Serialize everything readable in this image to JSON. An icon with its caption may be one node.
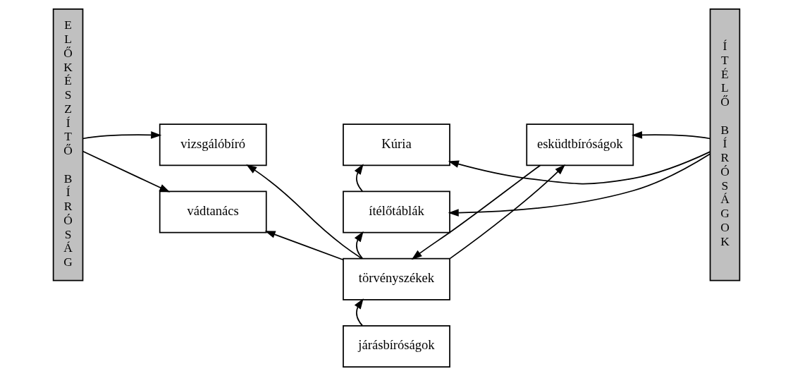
{
  "diagram": {
    "nodes": [
      {
        "text": [
          "ELŐKÉSZÍTŐ BÍRÓSÁG"
        ]
      },
      {
        "text": [
          "Kúria"
        ]
      },
      {
        "text": [
          "ítélőtáblák"
        ]
      },
      {
        "text": [
          "vizsgálóbíró"
        ]
      },
      {
        "text": [
          "törvényszékek"
        ]
      },
      {
        "text": [
          "esküdtbíróságok"
        ]
      },
      {
        "text": [
          "vádtanács"
        ]
      },
      {
        "text": [
          "járásbíróságok"
        ]
      },
      {
        "text": [
          "ÍTÉLŐ BÍRÓSÁGOK"
        ]
      }
    ],
    "edges": [
      {
        "from": 0,
        "to": 3,
        "arrow": "to"
      },
      {
        "from": 0,
        "to": 6,
        "arrow": "to"
      },
      {
        "from": 4,
        "to": 3,
        "arrow": "to"
      },
      {
        "from": 4,
        "to": 6,
        "arrow": "to"
      },
      {
        "from": 4,
        "to": 2,
        "arrow": "to"
      },
      {
        "from": 2,
        "to": 1,
        "arrow": "to"
      },
      {
        "from": 4,
        "to": 5,
        "arrow": "to"
      },
      {
        "from": 5,
        "to": 4,
        "arrow": "to"
      },
      {
        "from": 7,
        "to": 4,
        "arrow": "to"
      },
      {
        "from": 8,
        "to": 1,
        "arrow": "to"
      },
      {
        "from": 8,
        "to": 2,
        "arrow": "to"
      },
      {
        "from": 8,
        "to": 5,
        "arrow": "to"
      }
    ]
  }
}
